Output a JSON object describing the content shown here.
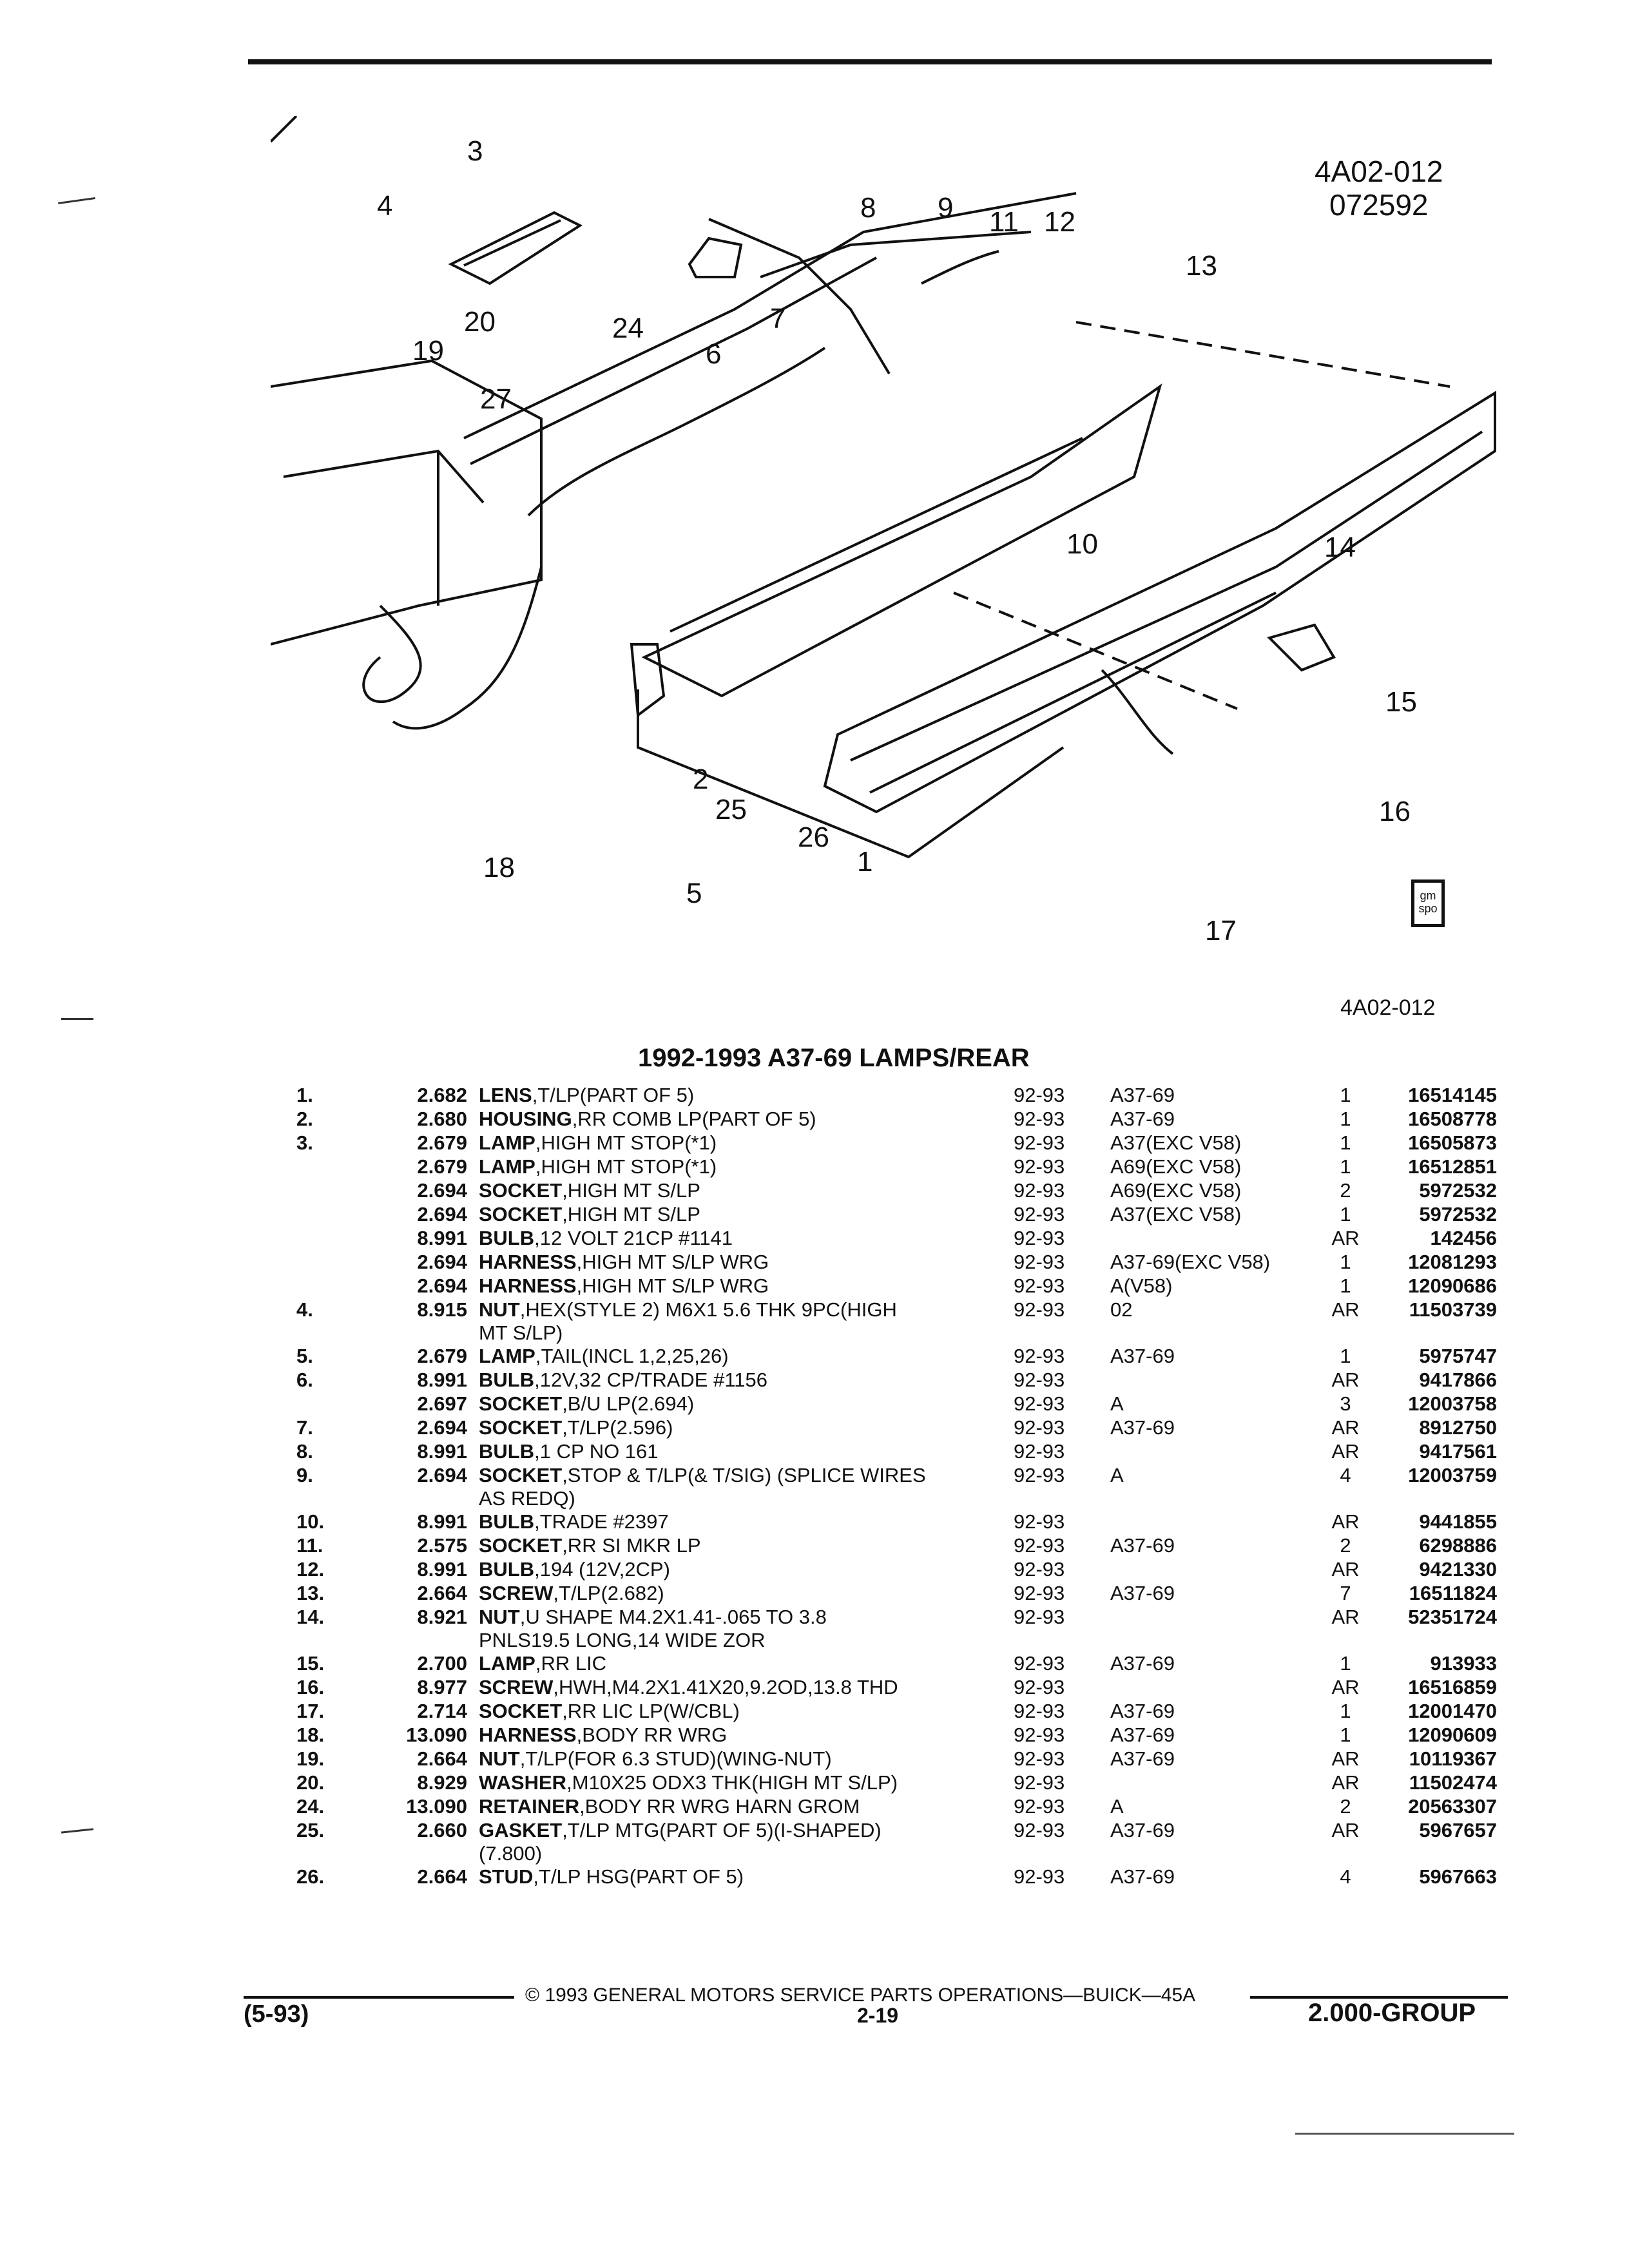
{
  "header": {
    "diagram_code": "4A02-012",
    "diagram_date": "072592"
  },
  "figure": {
    "callouts": [
      "1",
      "2",
      "3",
      "4",
      "5",
      "6",
      "7",
      "8",
      "9",
      "10",
      "11",
      "12",
      "13",
      "14",
      "15",
      "16",
      "17",
      "18",
      "19",
      "20",
      "24",
      "25",
      "26",
      "27"
    ],
    "spo_logo_text": "gm spo",
    "caption_code": "4A02-012"
  },
  "section_title": "1992-1993 A37-69 LAMPS/REAR",
  "parts": [
    {
      "num": "1.",
      "group": "2.682",
      "name": "LENS",
      "desc": ",T/LP(PART OF 5)",
      "years": "92-93",
      "model": "A37-69",
      "qty": "1",
      "part": "16514145"
    },
    {
      "num": "2.",
      "group": "2.680",
      "name": "HOUSING",
      "desc": ",RR COMB LP(PART OF 5)",
      "years": "92-93",
      "model": "A37-69",
      "qty": "1",
      "part": "16508778"
    },
    {
      "num": "3.",
      "group": "2.679",
      "name": "LAMP",
      "desc": ",HIGH MT STOP(*1)",
      "years": "92-93",
      "model": "A37(EXC V58)",
      "qty": "1",
      "part": "16505873"
    },
    {
      "num": "",
      "group": "2.679",
      "name": "LAMP",
      "desc": ",HIGH MT STOP(*1)",
      "years": "92-93",
      "model": "A69(EXC V58)",
      "qty": "1",
      "part": "16512851"
    },
    {
      "num": "",
      "group": "2.694",
      "name": "SOCKET",
      "desc": ",HIGH MT S/LP",
      "years": "92-93",
      "model": "A69(EXC V58)",
      "qty": "2",
      "part": "5972532"
    },
    {
      "num": "",
      "group": "2.694",
      "name": "SOCKET",
      "desc": ",HIGH MT S/LP",
      "years": "92-93",
      "model": "A37(EXC V58)",
      "qty": "1",
      "part": "5972532"
    },
    {
      "num": "",
      "group": "8.991",
      "name": "BULB",
      "desc": ",12 VOLT 21CP #1141",
      "years": "92-93",
      "model": "",
      "qty": "AR",
      "part": "142456"
    },
    {
      "num": "",
      "group": "2.694",
      "name": "HARNESS",
      "desc": ",HIGH MT S/LP WRG",
      "years": "92-93",
      "model": "A37-69(EXC V58)",
      "qty": "1",
      "part": "12081293"
    },
    {
      "num": "",
      "group": "2.694",
      "name": "HARNESS",
      "desc": ",HIGH MT S/LP WRG",
      "years": "92-93",
      "model": "A(V58)",
      "qty": "1",
      "part": "12090686"
    },
    {
      "num": "4.",
      "group": "8.915",
      "name": "NUT",
      "desc": ",HEX(STYLE 2) M6X1 5.6 THK 9PC(HIGH\nMT S/LP)",
      "years": "92-93",
      "model": "02",
      "qty": "AR",
      "part": "11503739"
    },
    {
      "num": "5.",
      "group": "2.679",
      "name": "LAMP",
      "desc": ",TAIL(INCL 1,2,25,26)",
      "years": "92-93",
      "model": "A37-69",
      "qty": "1",
      "part": "5975747"
    },
    {
      "num": "6.",
      "group": "8.991",
      "name": "BULB",
      "desc": ",12V,32 CP/TRADE #1156",
      "years": "92-93",
      "model": "",
      "qty": "AR",
      "part": "9417866"
    },
    {
      "num": "",
      "group": "2.697",
      "name": "SOCKET",
      "desc": ",B/U LP(2.694)",
      "years": "92-93",
      "model": "A",
      "qty": "3",
      "part": "12003758"
    },
    {
      "num": "7.",
      "group": "2.694",
      "name": "SOCKET",
      "desc": ",T/LP(2.596)",
      "years": "92-93",
      "model": "A37-69",
      "qty": "AR",
      "part": "8912750"
    },
    {
      "num": "8.",
      "group": "8.991",
      "name": "BULB",
      "desc": ",1 CP NO 161",
      "years": "92-93",
      "model": "",
      "qty": "AR",
      "part": "9417561"
    },
    {
      "num": "9.",
      "group": "2.694",
      "name": "SOCKET",
      "desc": ",STOP & T/LP(& T/SIG) (SPLICE WIRES\nAS REDQ)",
      "years": "92-93",
      "model": "A",
      "qty": "4",
      "part": "12003759"
    },
    {
      "num": "10.",
      "group": "8.991",
      "name": "BULB",
      "desc": ",TRADE #2397",
      "years": "92-93",
      "model": "",
      "qty": "AR",
      "part": "9441855"
    },
    {
      "num": "11.",
      "group": "2.575",
      "name": "SOCKET",
      "desc": ",RR SI MKR LP",
      "years": "92-93",
      "model": "A37-69",
      "qty": "2",
      "part": "6298886"
    },
    {
      "num": "12.",
      "group": "8.991",
      "name": "BULB",
      "desc": ",194 (12V,2CP)",
      "years": "92-93",
      "model": "",
      "qty": "AR",
      "part": "9421330"
    },
    {
      "num": "13.",
      "group": "2.664",
      "name": "SCREW",
      "desc": ",T/LP(2.682)",
      "years": "92-93",
      "model": "A37-69",
      "qty": "7",
      "part": "16511824"
    },
    {
      "num": "14.",
      "group": "8.921",
      "name": "NUT",
      "desc": ",U SHAPE M4.2X1.41-.065 TO 3.8\nPNLS19.5 LONG,14 WIDE ZOR",
      "years": "92-93",
      "model": "",
      "qty": "AR",
      "part": "52351724"
    },
    {
      "num": "15.",
      "group": "2.700",
      "name": "LAMP",
      "desc": ",RR LIC",
      "years": "92-93",
      "model": "A37-69",
      "qty": "1",
      "part": "913933"
    },
    {
      "num": "16.",
      "group": "8.977",
      "name": "SCREW",
      "desc": ",HWH,M4.2X1.41X20,9.2OD,13.8 THD",
      "years": "92-93",
      "model": "",
      "qty": "AR",
      "part": "16516859"
    },
    {
      "num": "17.",
      "group": "2.714",
      "name": "SOCKET",
      "desc": ",RR LIC LP(W/CBL)",
      "years": "92-93",
      "model": "A37-69",
      "qty": "1",
      "part": "12001470"
    },
    {
      "num": "18.",
      "group": "13.090",
      "name": "HARNESS",
      "desc": ",BODY RR WRG",
      "years": "92-93",
      "model": "A37-69",
      "qty": "1",
      "part": "12090609"
    },
    {
      "num": "19.",
      "group": "2.664",
      "name": "NUT",
      "desc": ",T/LP(FOR 6.3 STUD)(WING-NUT)",
      "years": "92-93",
      "model": "A37-69",
      "qty": "AR",
      "part": "10119367"
    },
    {
      "num": "20.",
      "group": "8.929",
      "name": "WASHER",
      "desc": ",M10X25 ODX3 THK(HIGH MT S/LP)",
      "years": "92-93",
      "model": "",
      "qty": "AR",
      "part": "11502474"
    },
    {
      "num": "24.",
      "group": "13.090",
      "name": "RETAINER",
      "desc": ",BODY RR WRG HARN GROM",
      "years": "92-93",
      "model": "A",
      "qty": "2",
      "part": "20563307"
    },
    {
      "num": "25.",
      "group": "2.660",
      "name": "GASKET",
      "desc": ",T/LP MTG(PART OF 5)(I-SHAPED)\n(7.800)",
      "years": "92-93",
      "model": "A37-69",
      "qty": "AR",
      "part": "5967657"
    },
    {
      "num": "26.",
      "group": "2.664",
      "name": "STUD",
      "desc": ",T/LP HSG(PART OF 5)",
      "years": "92-93",
      "model": "A37-69",
      "qty": "4",
      "part": "5967663"
    }
  ],
  "footer": {
    "copyright": "© 1993 GENERAL MOTORS SERVICE PARTS OPERATIONS—BUICK—45A",
    "date_code": "(5-93)",
    "page": "2-19",
    "group": "2.000-GROUP"
  }
}
